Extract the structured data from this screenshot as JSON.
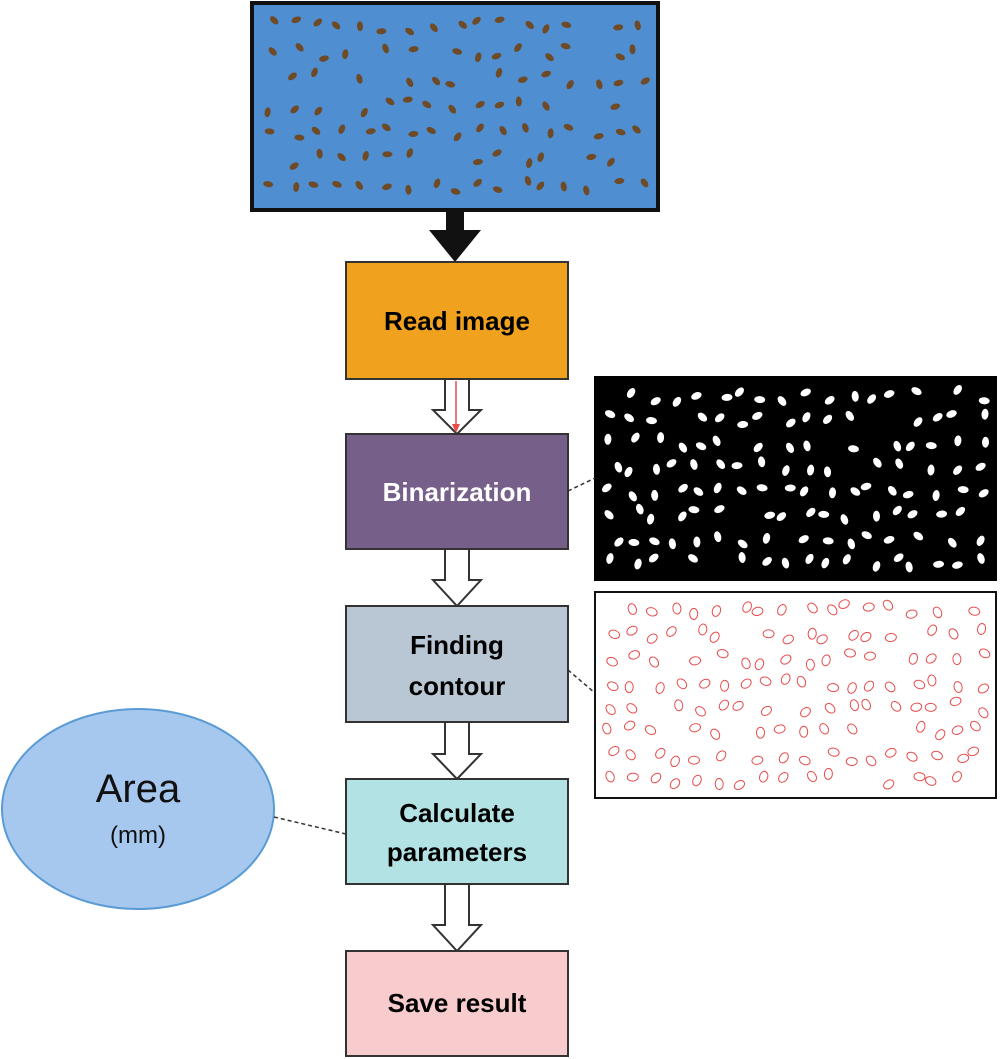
{
  "diagram": {
    "steps": [
      {
        "line1": "Read image",
        "line2": "",
        "fill": "#F0A21E",
        "text_color": "#111111"
      },
      {
        "line1": "Binarization",
        "line2": "",
        "fill": "#76608A",
        "text_color": "#FFFFFF"
      },
      {
        "line1": "Finding",
        "line2": "contour",
        "fill": "#B9C6D3",
        "text_color": "#111111"
      },
      {
        "line1": "Calculate",
        "line2": "parameters",
        "fill": "#B3E2E4",
        "text_color": "#111111"
      },
      {
        "line1": "Save result",
        "line2": "",
        "fill": "#F8CCCC",
        "text_color": "#111111"
      }
    ],
    "annotation": {
      "title": "Area",
      "unit": "(mm)",
      "fill": "#A6C8EE",
      "stroke": "#5B9BD5"
    },
    "colors": {
      "photo_background": "#4F8ED0",
      "seed": "#6E4A26",
      "binary_background": "#000000",
      "binary_seed": "#FFFFFF",
      "contour": "#E84C4C",
      "arrow_dark": "#111111",
      "arrow_accent": "#E84C4C"
    }
  }
}
